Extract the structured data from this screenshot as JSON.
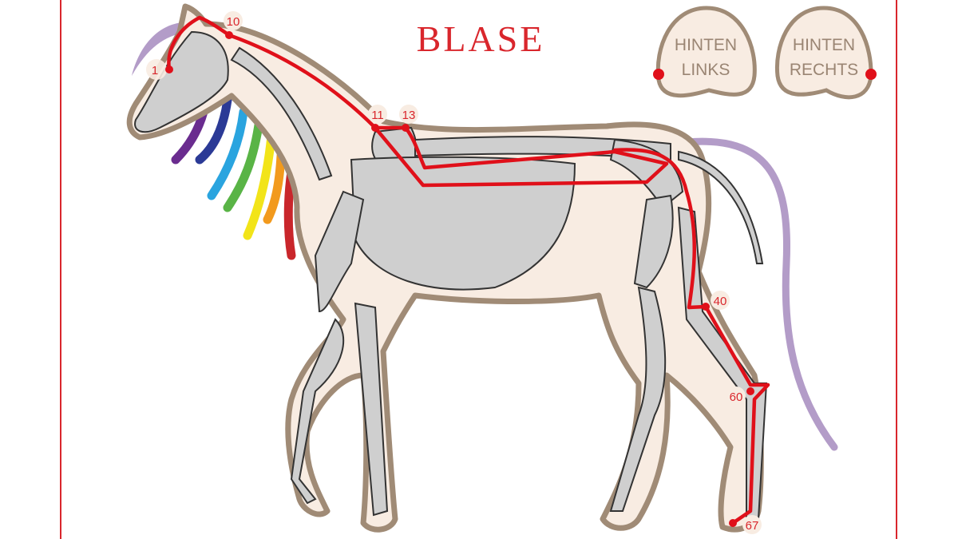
{
  "title": "BLASE",
  "hooves": [
    {
      "line1": "HINTEN",
      "line2": "LINKS"
    },
    {
      "line1": "HINTEN",
      "line2": "RECHTS"
    }
  ],
  "points": [
    "1",
    "10",
    "11",
    "13",
    "40",
    "60",
    "67"
  ],
  "colors": {
    "meridian": "#e0101a",
    "outline": "#a08b76",
    "body": "#f8ece2",
    "bone": "#cfcfcf",
    "mane": "#b39cc8"
  }
}
